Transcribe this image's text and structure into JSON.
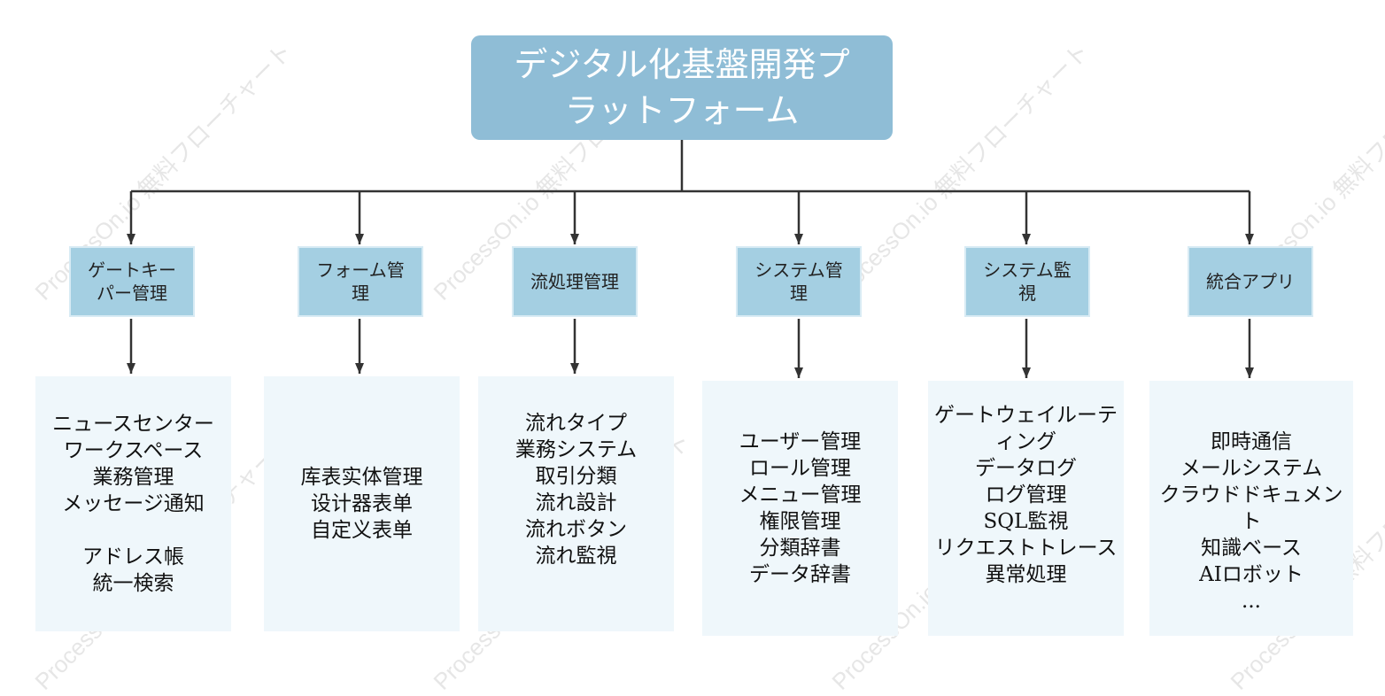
{
  "watermark_text": "ProcessOn.io 無料フローチャート",
  "colors": {
    "root_bg": "#8fbdd6",
    "mid_bg": "#a4cfe2",
    "leaf_bg": "#eff7fb",
    "connector": "#333333"
  },
  "root": {
    "line1": "デジタル化基盤開発プ",
    "line2": "ラットフォーム"
  },
  "categories": [
    {
      "title_lines": [
        "ゲートキー",
        "パー管理"
      ],
      "items": [
        "ニュースセンター",
        "ワークスペース",
        "業務管理",
        "メッセージ通知",
        "",
        "アドレス帳",
        "統一検索"
      ]
    },
    {
      "title_lines": [
        "フォーム管",
        "理"
      ],
      "items": [
        "库表实体管理",
        "设计器表单",
        "自定义表单"
      ]
    },
    {
      "title_lines": [
        "流処理管理"
      ],
      "items": [
        "流れタイプ",
        "業務システム",
        "取引分類",
        "流れ設計",
        "流れボタン",
        "流れ監視"
      ]
    },
    {
      "title_lines": [
        "システム管",
        "理"
      ],
      "items": [
        "ユーザー管理",
        "ロール管理",
        "メニュー管理",
        "権限管理",
        "分類辞書",
        "データ辞書"
      ]
    },
    {
      "title_lines": [
        "システム監",
        "視"
      ],
      "items": [
        "ゲートウェイルーテ",
        "ィング",
        "データログ",
        "ログ管理",
        "SQL監視",
        "リクエストトレース",
        "異常処理"
      ]
    },
    {
      "title_lines": [
        "統合アプリ"
      ],
      "items": [
        "即時通信",
        "メールシステム",
        "クラウドドキュメン",
        "ト",
        "知識ベース",
        "AIロボット",
        "..."
      ]
    }
  ]
}
